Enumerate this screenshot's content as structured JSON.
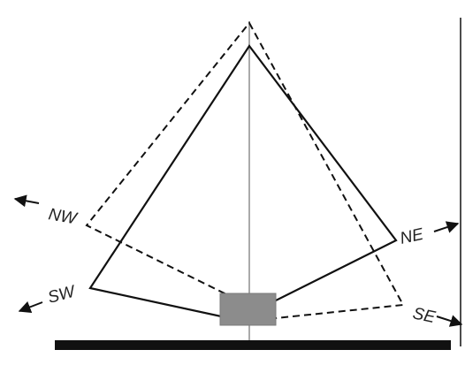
{
  "labels": {
    "nw": "NW",
    "sw": "SW",
    "ne": "NE",
    "se": "SE"
  },
  "colors": {
    "line": "#111111",
    "pole": "#aaaaaa",
    "box_fill": "#8c8c8c",
    "box_stroke": "#7a7a7a",
    "ground": "#111111"
  }
}
